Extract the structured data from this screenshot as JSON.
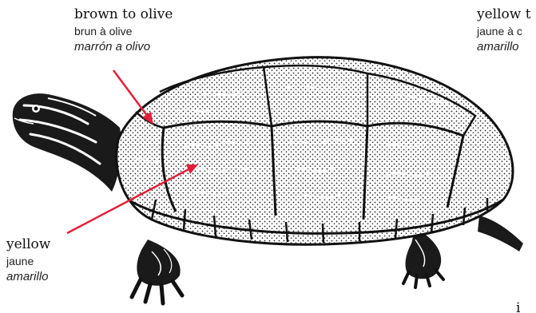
{
  "labels": {
    "brown": {
      "en": "brown to olive",
      "fr": "brun à olive",
      "es": "marrón a olivo"
    },
    "yellow_top": {
      "en": "yellow t",
      "fr": "jaune à c",
      "es": "amarillo"
    },
    "yellow": {
      "en": "yellow",
      "fr": "jaune",
      "es": "amarillo"
    },
    "partial_bottom": "i"
  },
  "colors": {
    "arrow": "#e2203a",
    "ink": "#111111",
    "shell_texture": "#ffffff"
  }
}
